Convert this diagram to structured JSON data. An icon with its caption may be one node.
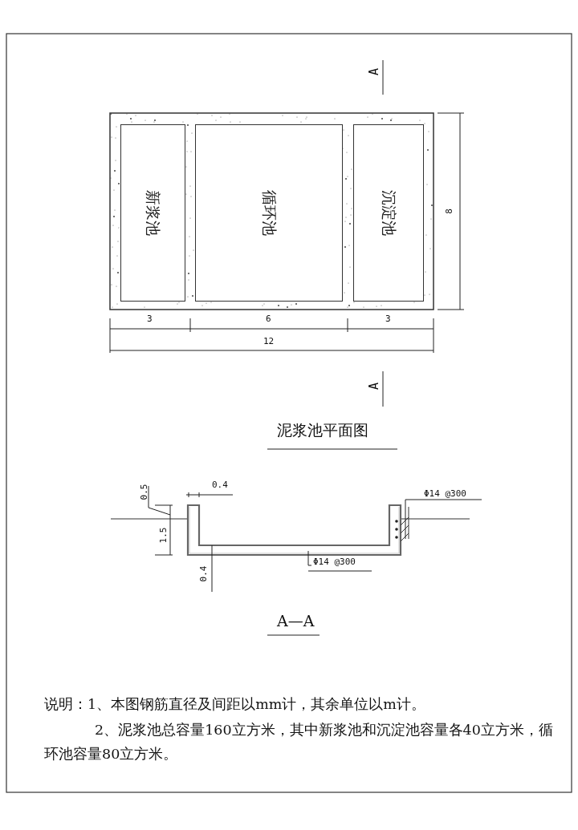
{
  "diagram": {
    "nodes": [
      {
        "text": [
          "新浆池"
        ]
      },
      {
        "text": [
          "循环池"
        ]
      },
      {
        "text": [
          "沉淀池"
        ]
      },
      {
        "text": [
          "Φ14 @300"
        ]
      },
      {
        "text": [
          "Φ14 @300"
        ]
      }
    ],
    "edges": [
      {
        "from": 3,
        "to": null,
        "arrow": "none"
      },
      {
        "from": 4,
        "to": null,
        "arrow": "none"
      }
    ],
    "labels": [
      "A",
      "8",
      "3",
      "6",
      "3",
      "12",
      "A",
      "泥浆池平面图",
      "0.5",
      "0.4",
      "1.5",
      "0.4",
      "A—A",
      "说明：1、本图钢筋直径及间距以mm计，其余单位以m计。",
      "2、泥浆池总容量160立方米，其中新浆池和沉淀池容量各40立方米，循环池容量80立方米。"
    ]
  }
}
